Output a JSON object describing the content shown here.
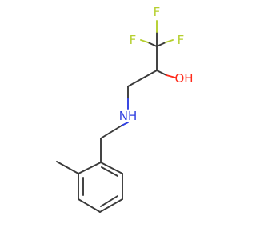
{
  "molecule": {
    "atom_labels": {
      "f_top": "F",
      "f_left": "F",
      "f_right": "F",
      "oh": "OH",
      "nh": "NH"
    },
    "colors": {
      "carbon_bond": "#3a3a3a",
      "fluorine": "#b5cf2e",
      "oxygen": "#ff2a1a",
      "nitrogen": "#2f3fe0",
      "background": "#ffffff"
    }
  }
}
